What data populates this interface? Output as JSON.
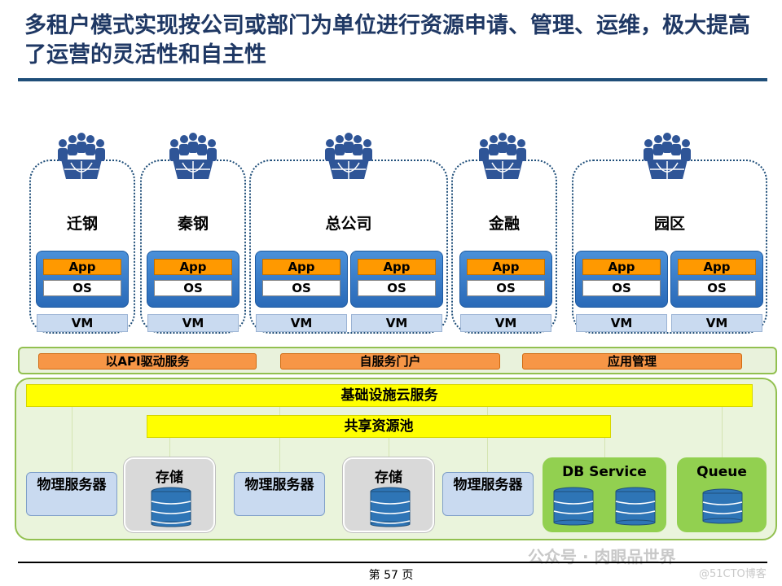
{
  "title": "多租户模式实现按公司或部门为单位进行资源申请、管理、运维，极大提高了运营的灵活性和自主性",
  "groups": [
    {
      "label": "迁钢"
    },
    {
      "label": "秦钢"
    },
    {
      "label": "总公司"
    },
    {
      "label": "金融"
    },
    {
      "label": "园区"
    }
  ],
  "stack": {
    "app": "App",
    "os": "OS",
    "vm": "VM"
  },
  "services": {
    "api": "以API驱动服务",
    "portal": "自服务门户",
    "app_mgmt": "应用管理"
  },
  "infra": {
    "base": "基础设施云服务",
    "pool": "共享资源池",
    "server": "物理服务器",
    "storage": "存储",
    "db_service": "DB Service",
    "queue": "Queue"
  },
  "footer": {
    "page": "第 57 页"
  },
  "watermark": {
    "text": "公众号 · 肉眼品世界",
    "site": "@51CTO博客"
  },
  "colors": {
    "title": "#1f3864",
    "app": "#ff9900",
    "service": "#f79646",
    "highlight": "#ffff00",
    "green": "#92d050"
  }
}
